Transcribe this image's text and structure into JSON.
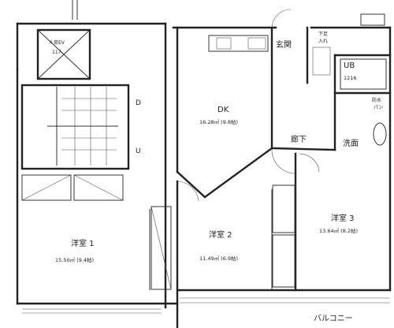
{
  "elevator": {
    "label_top": "人荷EV",
    "label_bottom": "11人"
  },
  "stairs": {
    "down": "D",
    "up": "U"
  },
  "rooms": {
    "dk": {
      "name": "DK",
      "area": "16.28㎡ (9.8帖)"
    },
    "western_1": {
      "name": "洋室 1",
      "area": "15.50㎡ (9.4帖)"
    },
    "western_2": {
      "name": "洋室 2",
      "area": "11.49㎡ (6.9帖)"
    },
    "western_3": {
      "name": "洋室 3",
      "area": "13.64㎡ (8.2帖)"
    },
    "entrance": {
      "name": "玄関"
    },
    "hallway": {
      "name": "廊下"
    },
    "washroom": {
      "name": "洗面"
    },
    "bath": {
      "name": "UB",
      "size": "1216"
    },
    "balcony": {
      "name": "バルコニー"
    }
  },
  "fixtures": {
    "shoe_storage": {
      "line1": "下足",
      "line2": "入れ"
    },
    "waterproof_pan": {
      "line1": "防水",
      "line2": "パン"
    }
  }
}
